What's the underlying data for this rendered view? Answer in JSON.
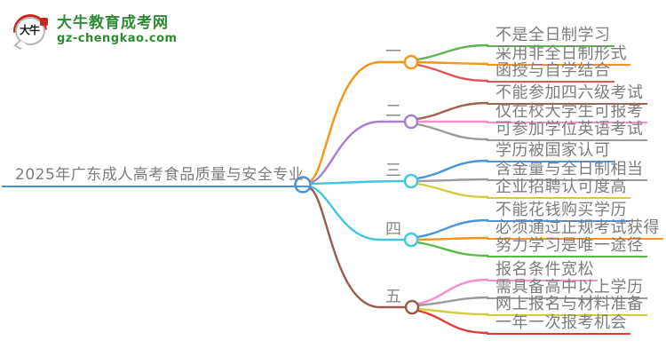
{
  "logo": {
    "icon_text": "大牛",
    "title": "大牛教育成考网",
    "subtitle": "gz-chengkao.com",
    "brand_color": "#2e8b32",
    "seal_color": "#c4281e"
  },
  "mindmap": {
    "root": {
      "label": "2025年广东成人高考食品质量与安全专业",
      "color": "#4a91d6"
    },
    "branches": [
      {
        "label": "一",
        "color": "#f7941d",
        "items": [
          {
            "text": "不是全日制学习",
            "color": "#62b152"
          },
          {
            "text": "采用非全日制形式",
            "color": "#f7941d"
          },
          {
            "text": "函授与自学结合",
            "color": "#e05555"
          }
        ]
      },
      {
        "label": "二",
        "color": "#a57fd2",
        "items": [
          {
            "text": "不能参加四六级考试",
            "color": "#a2604f"
          },
          {
            "text": "仅在校大学生可报考",
            "color": "#f58fcd"
          },
          {
            "text": "可参加学位英语考试",
            "color": "#9b9b9b"
          }
        ]
      },
      {
        "label": "三",
        "color": "#3fc8e0",
        "items": [
          {
            "text": "学历被国家认可",
            "color": "#4e92d9"
          },
          {
            "text": "含金量与全日制相当",
            "color": "#9b9b9b"
          },
          {
            "text": "企业招聘认可度高",
            "color": "#d4cc3e"
          }
        ]
      },
      {
        "label": "四",
        "color": "#3fc8e0",
        "items": [
          {
            "text": "不能花钱购买学历",
            "color": "#4e92d9"
          },
          {
            "text": "必须通过正规考试获得",
            "color": "#f7941d"
          },
          {
            "text": "努力学习是唯一途径",
            "color": "#55bb41"
          }
        ]
      },
      {
        "label": "五",
        "color": "#9a5b4d",
        "items": [
          {
            "text": "报名条件宽松",
            "color": "#f58fcd"
          },
          {
            "text": "需具备高中以上学历",
            "color": "#9b9b9b"
          },
          {
            "text": "网上报名与材料准备",
            "color": "#d4cc3e"
          },
          {
            "text": "一年一次报考机会",
            "color": "#e23d3d"
          }
        ]
      }
    ]
  }
}
